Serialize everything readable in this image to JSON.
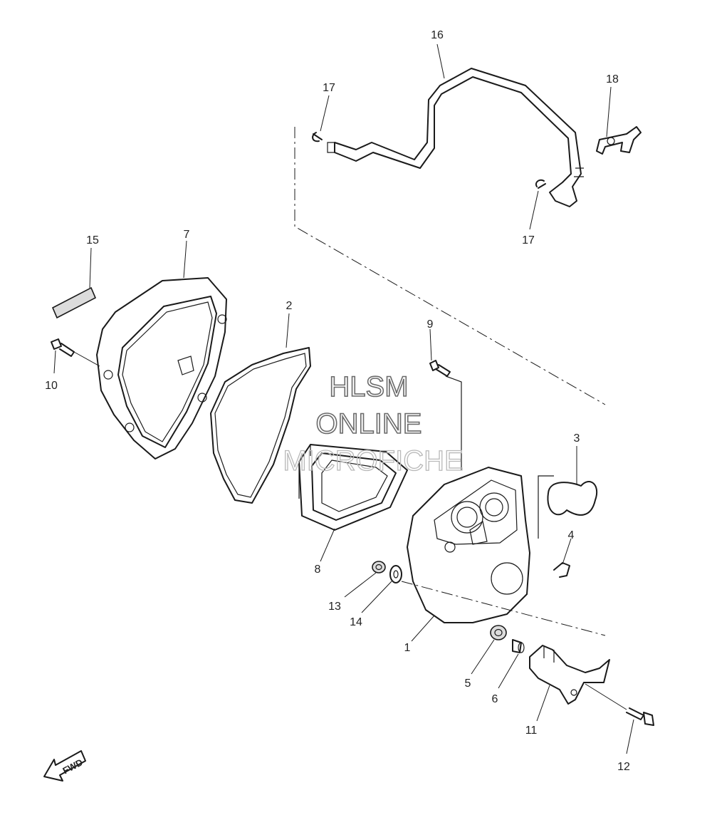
{
  "watermark": {
    "line1": "HLSM",
    "line2": "ONLINE",
    "line3": "MICROFICHE"
  },
  "direction_marker": {
    "label": "FWD",
    "icon": "forward-arrow-icon"
  },
  "callouts": [
    "1",
    "2",
    "3",
    "4",
    "5",
    "6",
    "7",
    "8",
    "9",
    "10",
    "11",
    "12",
    "13",
    "14",
    "15",
    "16",
    "17",
    "17",
    "18"
  ]
}
